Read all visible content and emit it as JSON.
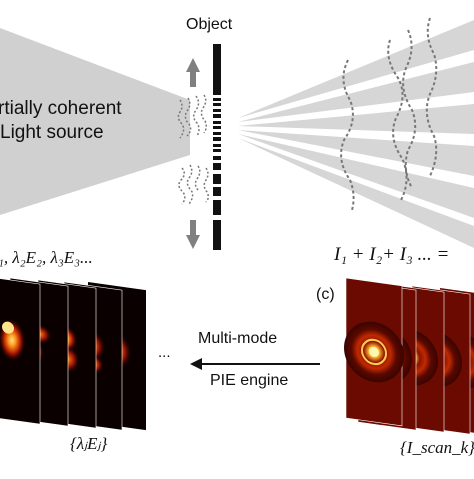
{
  "object_label": "Object",
  "source_label_line1": "rtially coherent",
  "source_label_line2": "Light source",
  "left_formula": "₁, λ₂E₂, λ₃E₃...",
  "right_formula": "I₁ + I₂+ I₃ ... =",
  "panel_c_label": "(c)",
  "engine_line1": "Multi-mode",
  "engine_line2": "PIE engine",
  "left_ellipsis": "...",
  "left_set_label": "{λⱼEⱼ}",
  "right_set_label": "{I_scan_k}",
  "colors": {
    "beam": "#cfcfcf",
    "object": "#111111",
    "arrow": "#808080",
    "wave": "#888888",
    "frame_bg": "#0a0000",
    "glow": "#ff8a00"
  },
  "icons": [
    "up-arrow-icon",
    "down-arrow-icon",
    "left-arrow-icon"
  ]
}
